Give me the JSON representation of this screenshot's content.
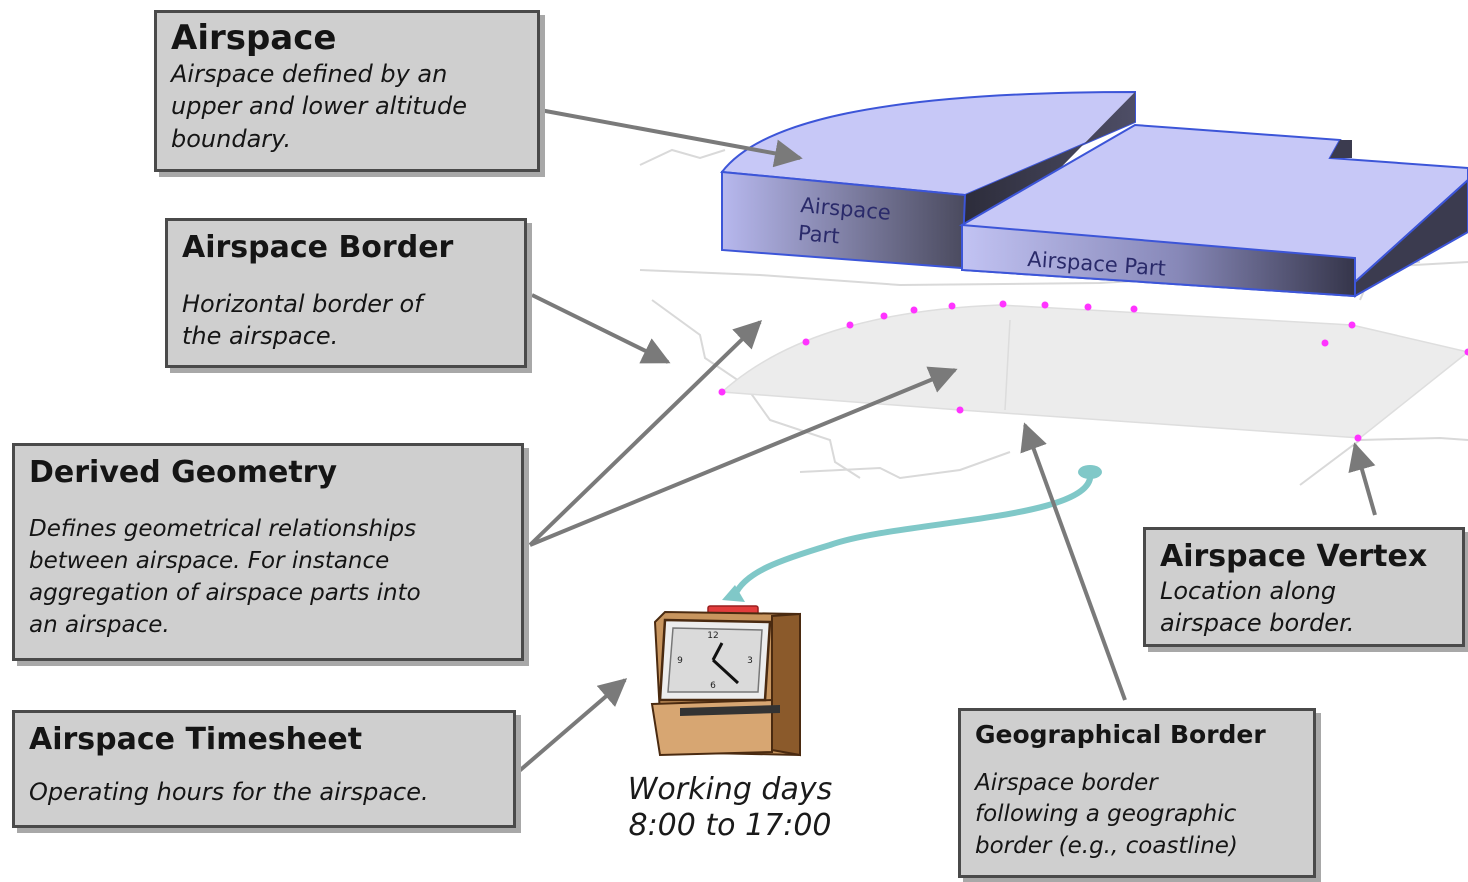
{
  "callouts": {
    "airspace": {
      "title": "Airspace",
      "desc_lines": [
        "Airspace defined by an",
        "upper and lower altitude",
        "boundary."
      ]
    },
    "border": {
      "title": "Airspace Border",
      "desc_lines": [
        "Horizontal border of",
        "the airspace."
      ]
    },
    "derived": {
      "title": "Derived Geometry",
      "desc_lines": [
        "Defines geometrical relationships",
        "between airspace. For instance",
        "aggregation of airspace parts into",
        "an airspace."
      ]
    },
    "timesheet": {
      "title": "Airspace Timesheet",
      "desc_lines": [
        "Operating hours for the airspace."
      ]
    },
    "vertex": {
      "title": "Airspace Vertex",
      "desc_lines": [
        "Location along",
        "airspace border."
      ]
    },
    "geo": {
      "title": "Geographical Border",
      "desc_lines": [
        "Airspace border",
        "following a geographic",
        "border (e.g., coastline)"
      ]
    }
  },
  "parts": {
    "part1_lines": [
      "Airspace",
      "Part"
    ],
    "part2": "Airspace Part"
  },
  "clock": {
    "numerals": [
      "12",
      "3",
      "6",
      "9"
    ]
  },
  "caption_lines": [
    "Working days",
    "8:00 to 17:00"
  ],
  "colors": {
    "block_top": "#c7c8f7",
    "block_edge": "#3c55d8",
    "block_side_dark": "#3b3b4f",
    "arrow": "#7a7a7a",
    "vertex": "#ff33ff",
    "link": "#80c8c8",
    "callout_bg": "#cfcfcf"
  }
}
